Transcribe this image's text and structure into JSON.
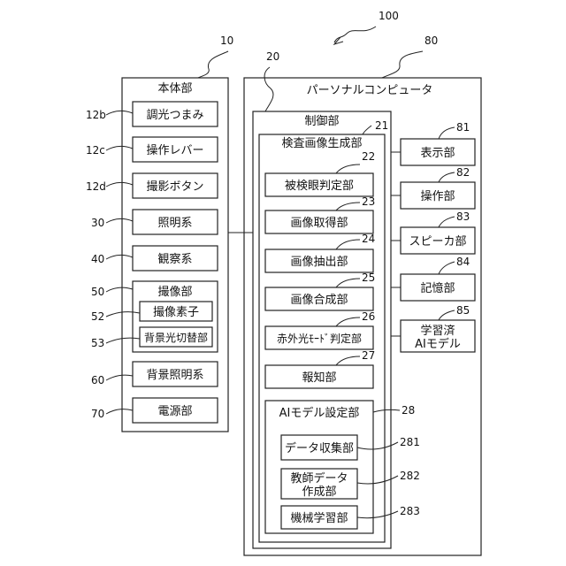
{
  "diagram": {
    "ref_system": "100",
    "main_unit": {
      "ref": "10",
      "title": "本体部",
      "items": [
        {
          "ref": "12b",
          "label": "調光つまみ"
        },
        {
          "ref": "12c",
          "label": "操作レバー"
        },
        {
          "ref": "12d",
          "label": "撮影ボタン"
        },
        {
          "ref": "30",
          "label": "照明系"
        },
        {
          "ref": "40",
          "label": "観察系"
        }
      ],
      "imaging": {
        "ref": "50",
        "title": "撮像部",
        "sub": [
          {
            "ref": "52",
            "label": "撮像素子"
          },
          {
            "ref": "53",
            "label": "背景光切替部"
          }
        ]
      },
      "items_bottom": [
        {
          "ref": "60",
          "label": "背景照明系"
        },
        {
          "ref": "70",
          "label": "電源部"
        }
      ]
    },
    "pc": {
      "ref": "80",
      "title": "パーソナルコンピュータ",
      "control": {
        "ref": "20",
        "title": "制御部",
        "gen": {
          "ref": "21",
          "title": "検査画像生成部",
          "items": [
            {
              "ref": "22",
              "label": "被検眼判定部"
            },
            {
              "ref": "23",
              "label": "画像取得部"
            },
            {
              "ref": "24",
              "label": "画像抽出部"
            },
            {
              "ref": "25",
              "label": "画像合成部"
            },
            {
              "ref": "26",
              "label": "赤外光ﾓｰﾄﾞ判定部"
            },
            {
              "ref": "27",
              "label": "報知部"
            }
          ],
          "ai": {
            "ref": "28",
            "title": "AIモデル設定部",
            "items": [
              {
                "ref": "281",
                "label": "データ収集部"
              },
              {
                "ref": "282",
                "label1": "教師データ",
                "label2": "作成部"
              },
              {
                "ref": "283",
                "label": "機械学習部"
              }
            ]
          }
        }
      },
      "peripherals": [
        {
          "ref": "81",
          "label": "表示部"
        },
        {
          "ref": "82",
          "label": "操作部"
        },
        {
          "ref": "83",
          "label": "スピーカ部"
        },
        {
          "ref": "84",
          "label": "記憶部"
        },
        {
          "ref": "85",
          "label1": "学習済",
          "label2": "AIモデル"
        }
      ]
    }
  }
}
